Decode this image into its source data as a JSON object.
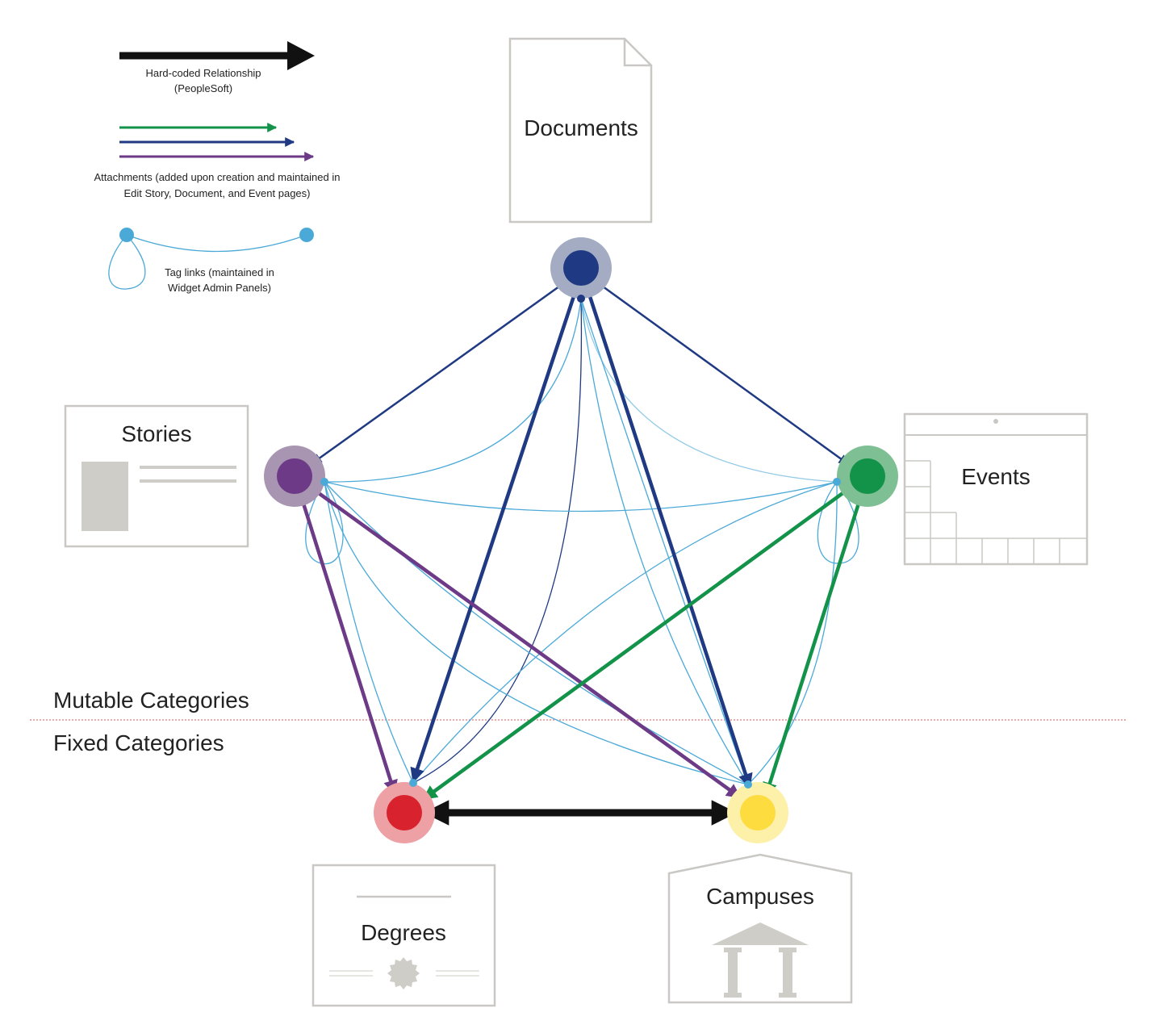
{
  "colors": {
    "documents": "#1f3a82",
    "documents_halo": "#a3acc2",
    "stories": "#6c3a87",
    "stories_halo": "#a895b1",
    "events": "#13924a",
    "events_halo": "#7ec094",
    "degrees": "#d8232f",
    "degrees_halo": "#eda1a5",
    "campuses": "#fddc40",
    "campuses_halo": "#fdf0a9",
    "tag_link": "#4ba9d8",
    "hard_coded": "#111111",
    "divider": "#e05050",
    "card_stroke": "#c9c8c4",
    "card_fill_grey": "#cfcdc8"
  },
  "legend": {
    "hard_coded_line1": "Hard-coded Relationship",
    "hard_coded_line2": "(PeopleSoft)",
    "attachments_line1": "Attachments (added upon creation and maintained in",
    "attachments_line2": "Edit Story, Document, and Event pages)",
    "tag_line1": "Tag links (maintained in",
    "tag_line2": "Widget Admin Panels)"
  },
  "nodes": {
    "documents": {
      "label": "Documents",
      "icon": "document-page-icon"
    },
    "stories": {
      "label": "Stories",
      "icon": "story-layout-icon"
    },
    "events": {
      "label": "Events",
      "icon": "calendar-icon"
    },
    "degrees": {
      "label": "Degrees",
      "icon": "diploma-certificate-icon"
    },
    "campuses": {
      "label": "Campuses",
      "icon": "campus-building-icon"
    }
  },
  "sections": {
    "mutable": "Mutable Categories",
    "fixed": "Fixed Categories"
  },
  "relationships": {
    "hard_coded": [
      [
        "degrees",
        "campuses"
      ]
    ],
    "attachments": [
      [
        "documents",
        "stories"
      ],
      [
        "documents",
        "events"
      ],
      [
        "documents",
        "degrees"
      ],
      [
        "documents",
        "campuses"
      ],
      [
        "stories",
        "degrees"
      ],
      [
        "stories",
        "campuses"
      ],
      [
        "events",
        "degrees"
      ],
      [
        "events",
        "campuses"
      ]
    ],
    "tag_links": [
      [
        "documents",
        "stories"
      ],
      [
        "documents",
        "events"
      ],
      [
        "documents",
        "degrees"
      ],
      [
        "documents",
        "campuses"
      ],
      [
        "stories",
        "events"
      ],
      [
        "stories",
        "degrees"
      ],
      [
        "stories",
        "campuses"
      ],
      [
        "events",
        "degrees"
      ],
      [
        "events",
        "campuses"
      ],
      [
        "stories",
        "stories"
      ],
      [
        "events",
        "events"
      ]
    ]
  }
}
